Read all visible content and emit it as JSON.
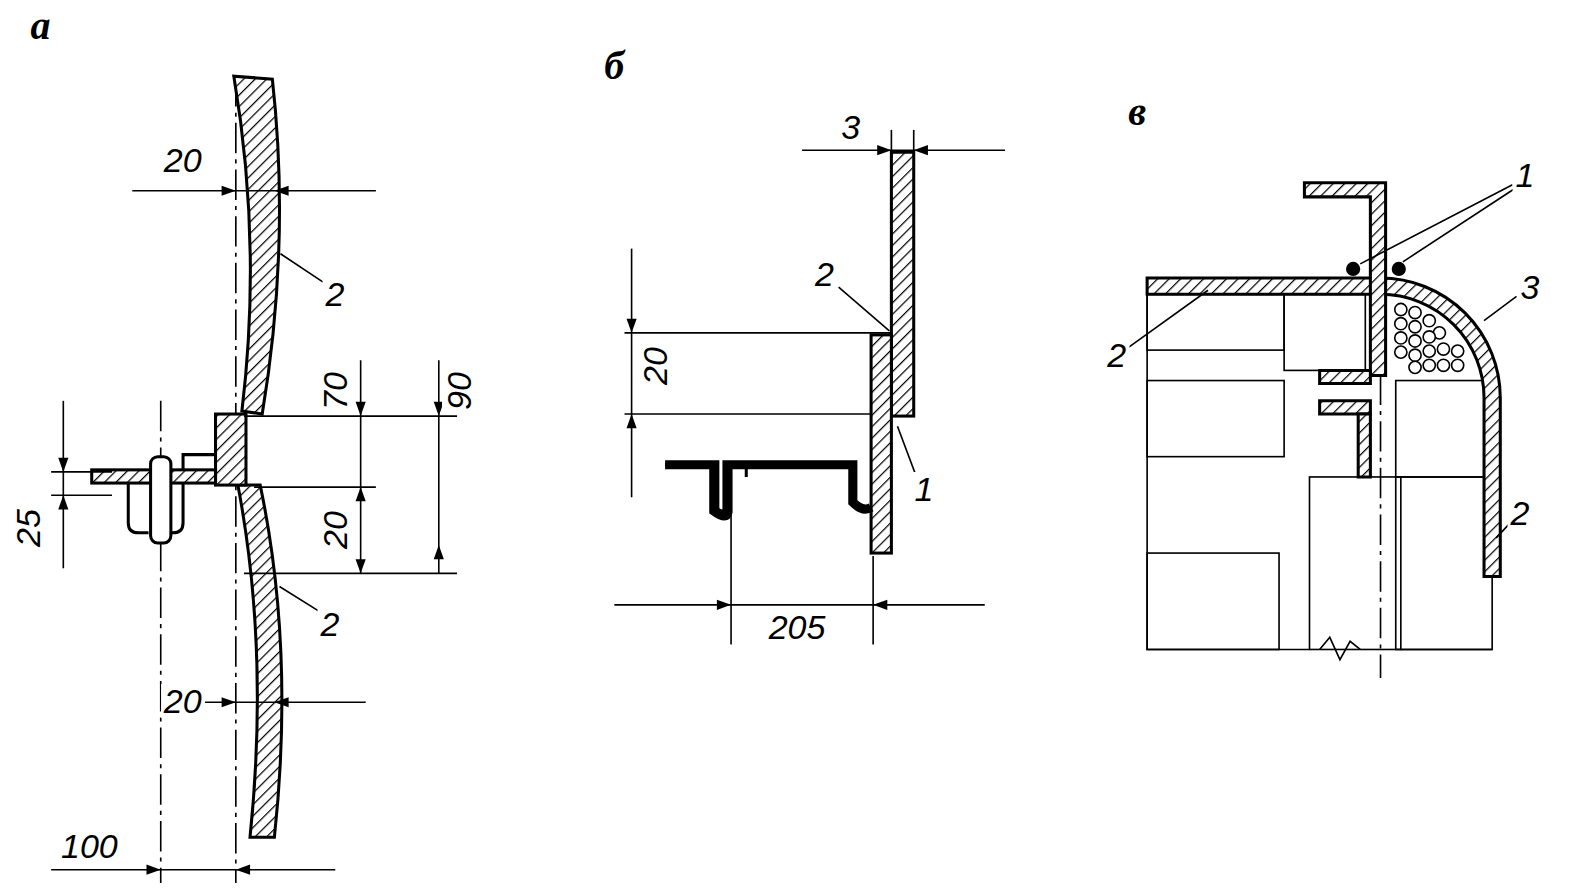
{
  "diagram": {
    "labels": [
      "а",
      "20",
      "2",
      "70",
      "90",
      "25",
      "20",
      "2",
      "20",
      "100",
      "б",
      "3",
      "2",
      "20",
      "1",
      "205",
      "в",
      "1",
      "3",
      "2",
      "2"
    ]
  }
}
